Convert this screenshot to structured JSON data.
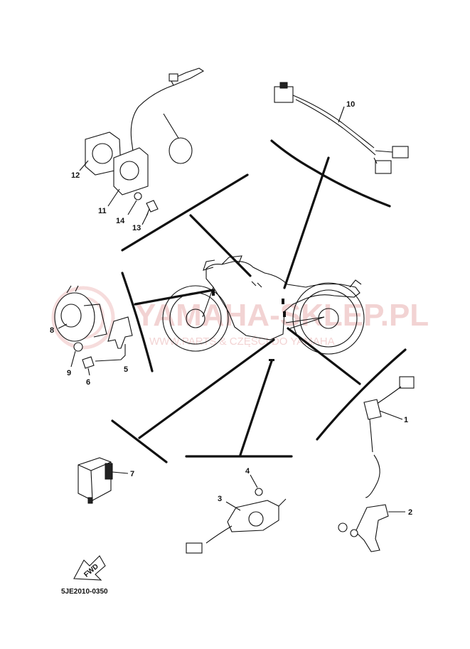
{
  "diagram_code": "5JE2010-0350",
  "fwd_label": "FWD",
  "watermark": {
    "main": "YAMAHA-SKLEP.PL",
    "sub": "WWW.PARTS & CZĘŚCI DO YAMAHA"
  },
  "callouts": {
    "p1": "1",
    "p2": "2",
    "p3": "3",
    "p4": "4",
    "p5": "5",
    "p6": "6",
    "p7": "7",
    "p8": "8",
    "p9": "9",
    "p10": "10",
    "p11": "11",
    "p12": "12",
    "p13": "13",
    "p14": "14"
  },
  "colors": {
    "line": "#111111",
    "watermark": "#e9b0b0",
    "background": "#ffffff"
  }
}
